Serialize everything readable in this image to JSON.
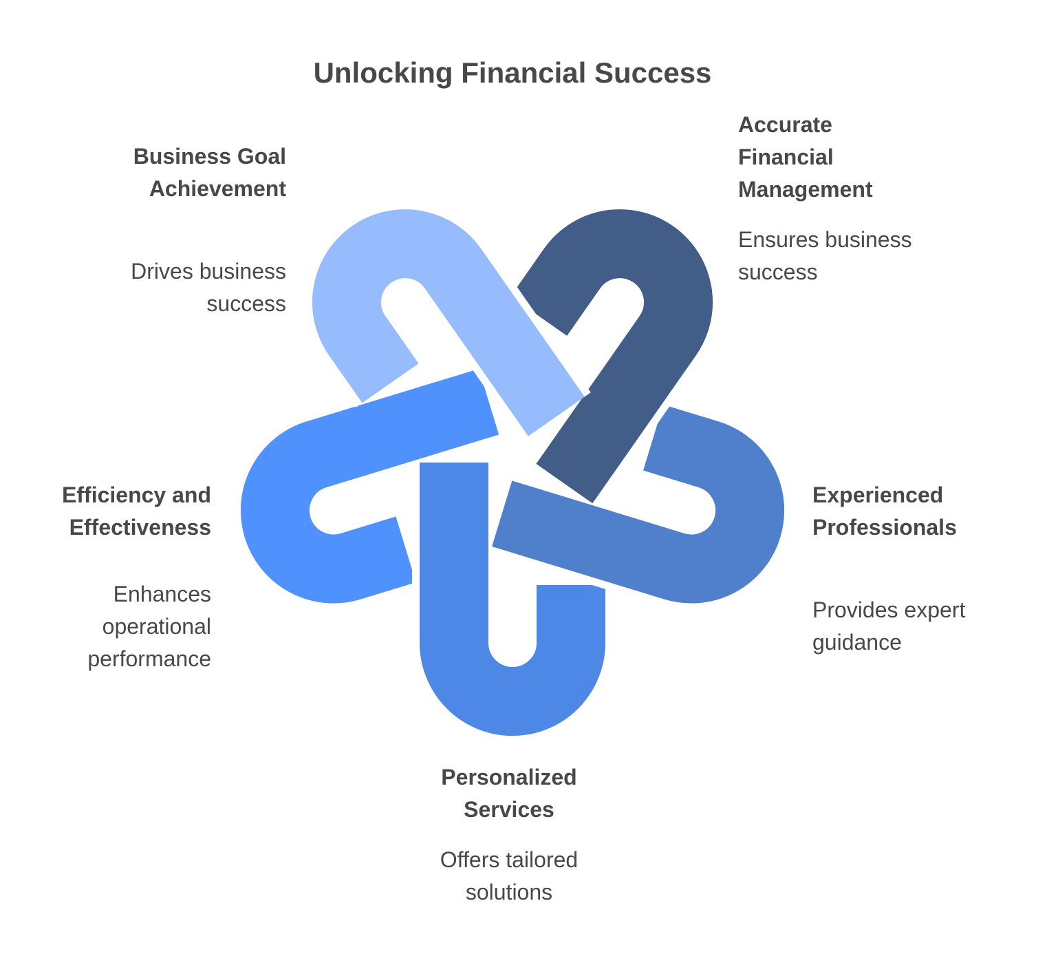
{
  "title": "Unlocking Financial Success",
  "items": [
    {
      "heading": "Business Goal\nAchievement",
      "description": "Drives business\nsuccess",
      "color": "#97BCFE"
    },
    {
      "heading": "Accurate\nFinancial\nManagement",
      "description": "Ensures business\nsuccess",
      "color": "#425D87"
    },
    {
      "heading": "Experienced\nProfessionals",
      "description": "Provides expert\nguidance",
      "color": "#507FCB"
    },
    {
      "heading": "Personalized\nServices",
      "description": "Offers tailored\nsolutions",
      "color": "#4E88E6"
    },
    {
      "heading": "Efficiency and\nEffectiveness",
      "description": "Enhances\noperational\nperformance",
      "color": "#4F92FE"
    }
  ]
}
